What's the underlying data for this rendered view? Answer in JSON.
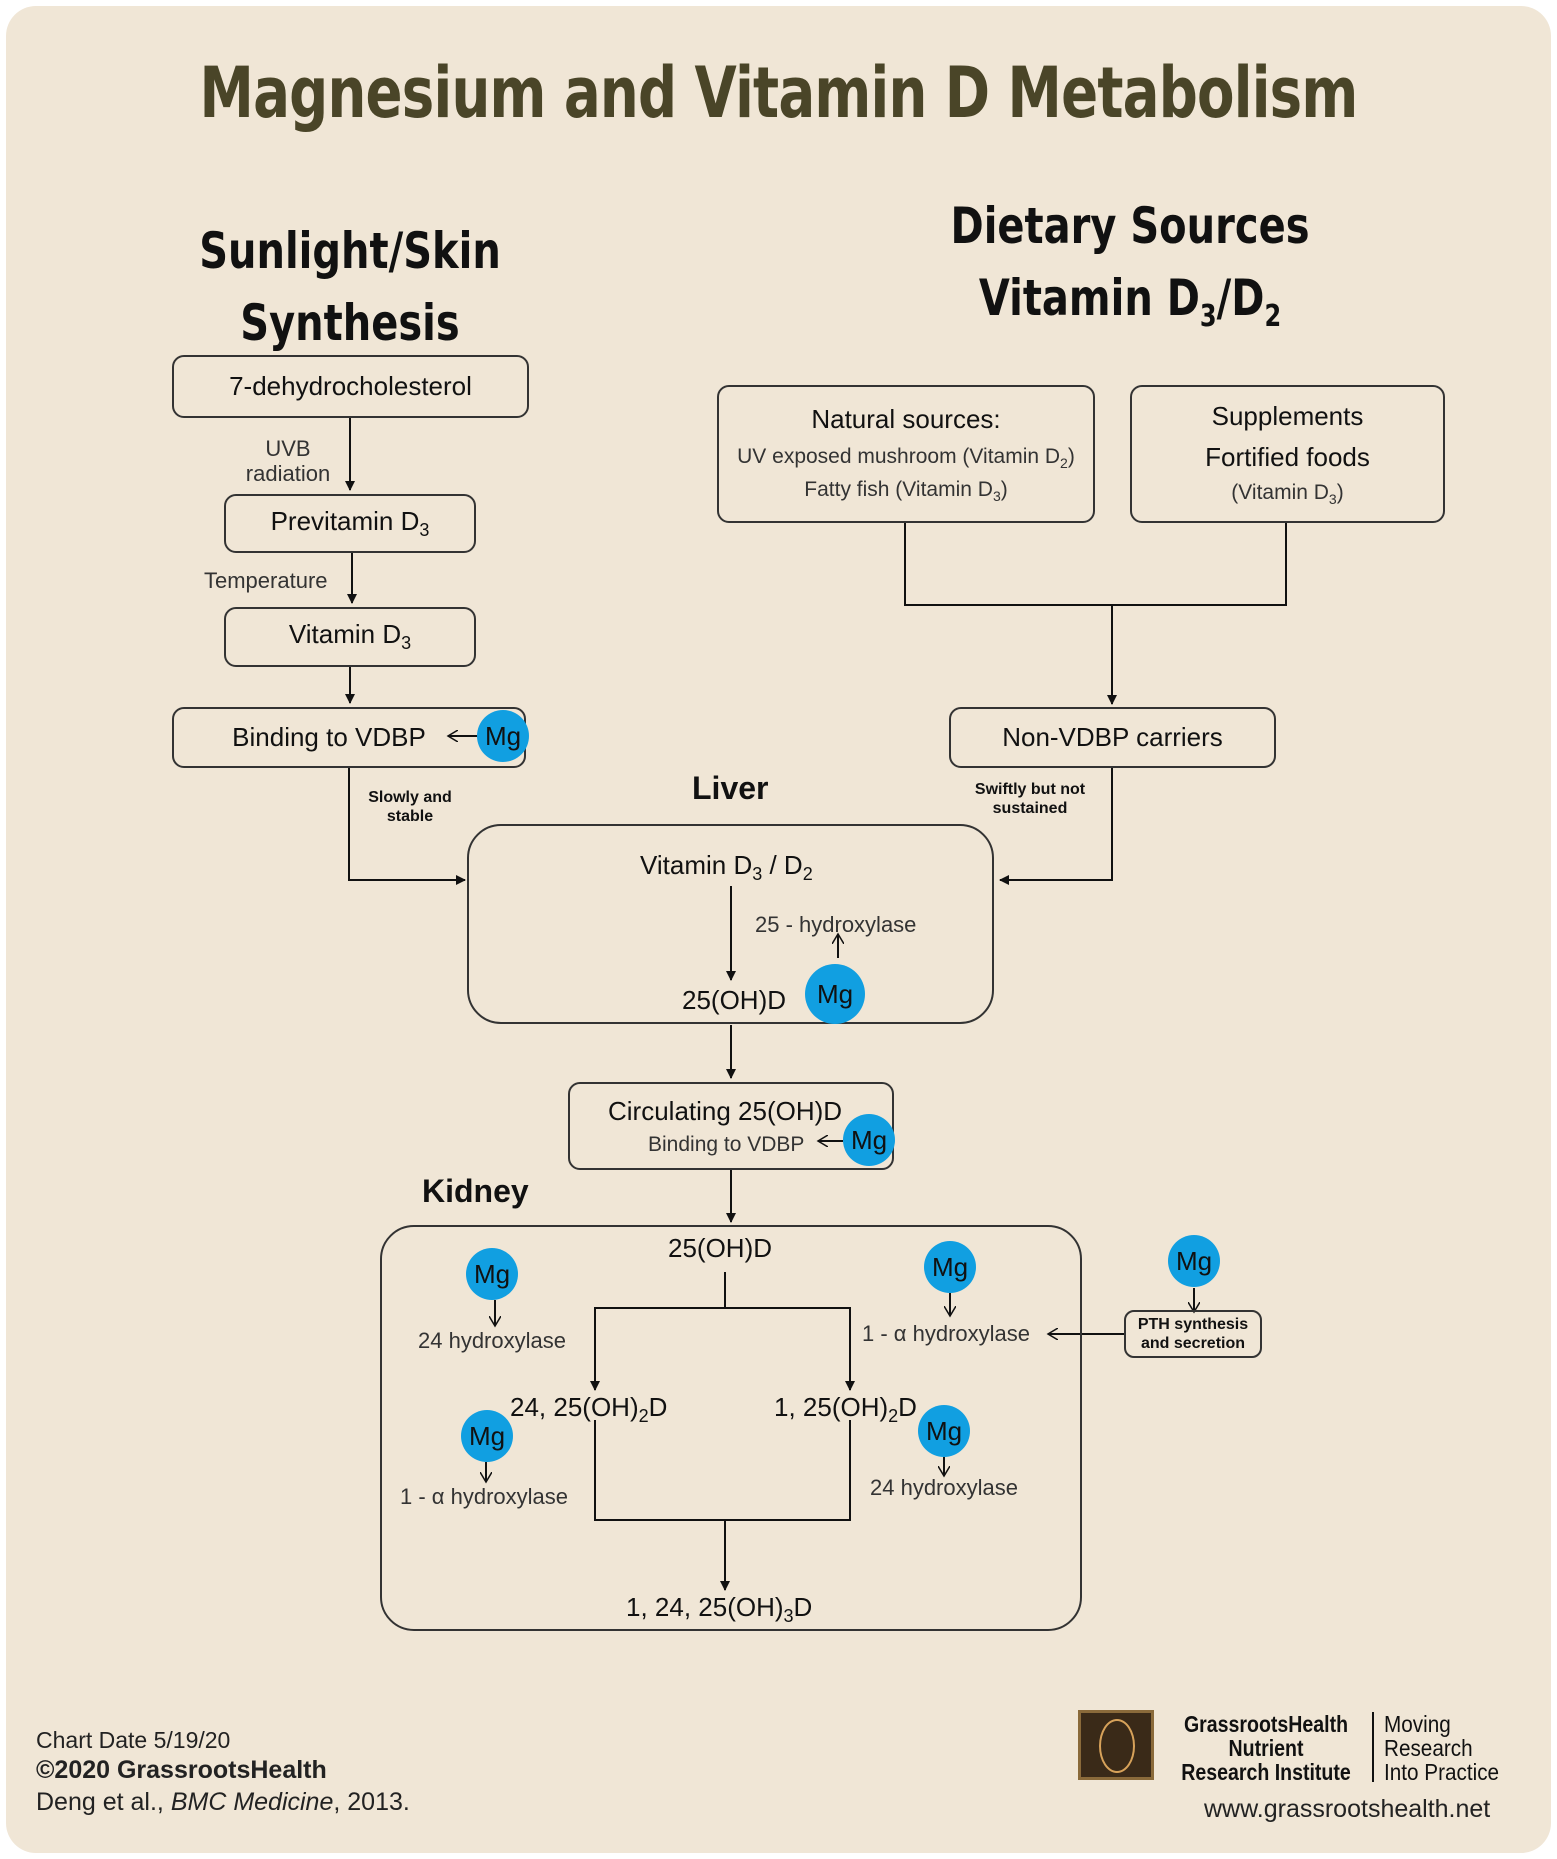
{
  "title": "Magnesium and Vitamin D Metabolism",
  "headers": {
    "sunlight": "Sunlight/Skin Synthesis",
    "dietary_line1": "Dietary Sources",
    "dietary_line2": "Vitamin D3/D2"
  },
  "skin_path": {
    "box_dehydro": "7-dehydrocholesterol",
    "uvb_line1": "UVB",
    "uvb_line2": "radiation",
    "box_previtamin": "Previtamin D3",
    "temperature": "Temperature",
    "box_vitd3": "Vitamin D3",
    "box_binding": "Binding to VDBP",
    "slowly_line1": "Slowly and",
    "slowly_line2": "stable"
  },
  "dietary_path": {
    "natural_title": "Natural sources:",
    "natural_line1": "UV  exposed mushroom (Vitamin D2)",
    "natural_line2": "Fatty fish (Vitamin D3)",
    "supp_line1": "Supplements",
    "supp_line2": "Fortified foods",
    "supp_line3": "(Vitamin D3)",
    "box_nonvdbp": "Non-VDBP carriers",
    "swiftly_line1": "Swiftly but not",
    "swiftly_line2": "sustained"
  },
  "liver": {
    "label": "Liver",
    "vit": "Vitamin D3 / D2",
    "enzyme": "25 - hydroxylase",
    "product": "25(OH)D"
  },
  "circulating": {
    "line1": "Circulating 25(OH)D",
    "line2": "Binding to VDBP"
  },
  "kidney": {
    "label": "Kidney",
    "top": "25(OH)D",
    "hydroxylase24_left": "24 hydroxylase",
    "alpha_right": "1 - α  hydroxylase",
    "product_left": "24, 25(OH)2D",
    "product_right": "1, 25(OH)2D",
    "alpha_left": "1 - α  hydroxylase",
    "hydroxylase24_right": "24 hydroxylase",
    "final": "1, 24, 25(OH)3D",
    "pth_line1": "PTH synthesis",
    "pth_line2": "and secretion"
  },
  "mg_label": "Mg",
  "footer": {
    "chart_date": "Chart Date 5/19/20",
    "copyright": "©2020 GrassrootsHealth",
    "citation_authors": "Deng et al., ",
    "citation_journal": "BMC Medicine",
    "citation_year": ", 2013.",
    "org_line1": "GrassrootsHealth",
    "org_line2": "Nutrient",
    "org_line3": "Research Institute",
    "tag_line1": "Moving",
    "tag_line2": "Research",
    "tag_line3": "Into Practice",
    "url": "www.grassrootshealth.net"
  },
  "colors": {
    "background": "#f0e6d6",
    "title": "#4a4528",
    "mg_circle": "#119fe1"
  }
}
